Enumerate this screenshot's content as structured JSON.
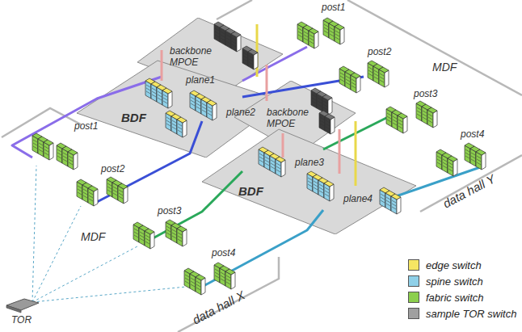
{
  "diagram": {
    "nodes": [
      {
        "text": [
          "backbone MPOE"
        ]
      },
      {
        "text": [
          "BDF",
          "plane1",
          "plane2"
        ]
      },
      {
        "text": [
          "backbone MPOE"
        ]
      },
      {
        "text": [
          "BDF",
          "plane3",
          "plane4"
        ]
      }
    ],
    "labels": [
      "post1",
      "post2",
      "post3",
      "post4",
      "MDF",
      "data hall Y",
      "post1",
      "post2",
      "post3",
      "post4",
      "MDF",
      "data hall X",
      "TOR"
    ],
    "legend": [
      {
        "text": "edge switch",
        "color": "#f5e663"
      },
      {
        "text": "spine switch",
        "color": "#8fd0e8"
      },
      {
        "text": "fabric switch",
        "color": "#8ccf4d"
      },
      {
        "text": "sample TOR switch",
        "color": "#a0a0a0"
      }
    ]
  }
}
